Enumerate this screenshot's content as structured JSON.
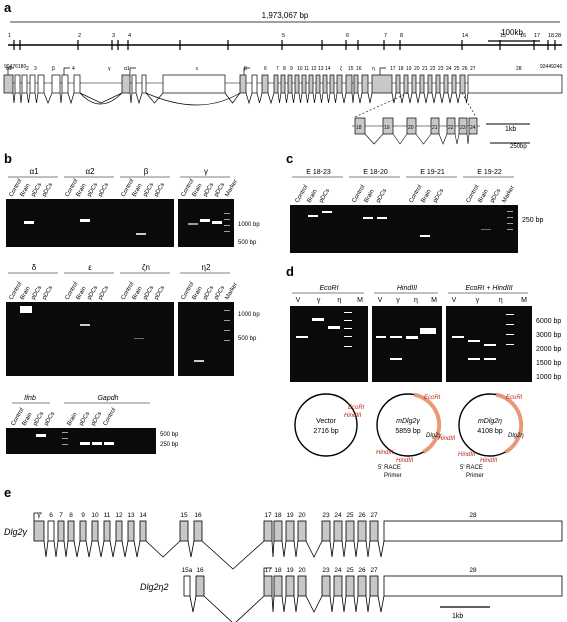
{
  "panel_a": {
    "letter": "a",
    "total_length": "1,973,067 bp",
    "scale_top": "100kb",
    "coord_start": "90476180",
    "coord_end": "92449246",
    "scale_bottom": "1kb",
    "scale_inset": "250bp",
    "genomic_exons": [
      "1",
      "2",
      "3",
      "4",
      "5",
      "6",
      "7",
      "8",
      "14",
      "15",
      "16",
      "17",
      "18",
      "28"
    ],
    "exon_numbers_row": [
      "1",
      "2",
      "3",
      "4",
      "5",
      "6",
      "7",
      "8",
      "9",
      "10",
      "11",
      "12",
      "13",
      "14",
      "15",
      "16",
      "17",
      "18",
      "19",
      "20",
      "21",
      "22",
      "23",
      "24",
      "25",
      "26",
      "27",
      "28"
    ],
    "inset_exons": [
      "18",
      "19",
      "20",
      "21",
      "22",
      "23",
      "24"
    ]
  },
  "panel_b": {
    "letter": "b",
    "lane_labels": [
      "Control",
      "Brain",
      "pDCs",
      "pDCs",
      "Marker"
    ],
    "lane_labels_gapdh": [
      "Brain",
      "pDCs",
      "pDCs",
      "Control"
    ],
    "row1": [
      "α1",
      "α2",
      "β",
      "γ"
    ],
    "row2": [
      "δ",
      "ε",
      "ζn",
      "η2"
    ],
    "row3": [
      "Ifnb",
      "Gapdh"
    ],
    "markers_row1": [
      "1000 bp",
      "500 bp"
    ],
    "markers_row2": [
      "1000 bp",
      "500 bp"
    ],
    "markers_row3": [
      "500 bp",
      "250 bp"
    ]
  },
  "panel_c": {
    "letter": "c",
    "groups": [
      "E 18-23",
      "E 18-20",
      "E 19-21",
      "E 19-22"
    ],
    "lane_labels": [
      "Control",
      "Brain",
      "pDCs"
    ],
    "marker_label": "Marker",
    "size": "250 bp"
  },
  "panel_d": {
    "letter": "d",
    "enzymes": [
      "EcoRI",
      "HindIII",
      "EcoRI + HindIII"
    ],
    "lanes": [
      "V",
      "γ",
      "η",
      "M"
    ],
    "sizes": [
      "6000 bp",
      "3000 bp",
      "2000 bp",
      "1500 bp",
      "1000 bp"
    ],
    "plasmids": [
      {
        "name": "Vector",
        "size": "2716 bp",
        "sites": [
          "EcoRI",
          "HindIII"
        ]
      },
      {
        "name": "mDlg2γ",
        "size": "5859 bp",
        "sites": [
          "EcoRI",
          "HindIII",
          "HindIII",
          "HindIII"
        ],
        "gene": "Dlg2γ",
        "primer": "5' RACE Primer"
      },
      {
        "name": "mDlg2η",
        "size": "4108 bp",
        "sites": [
          "EcoRI",
          "HindIII",
          "HindIII"
        ],
        "gene": "Dlg2η",
        "primer": "5' RACE Primer"
      }
    ]
  },
  "panel_e": {
    "letter": "e",
    "gene1": "Dlg2γ",
    "gene2": "Dlg2η2",
    "exons_g": [
      "γ",
      "6",
      "7",
      "8",
      "9",
      "10",
      "11",
      "12",
      "13",
      "14",
      "15",
      "16",
      "17",
      "18",
      "19",
      "20",
      "23",
      "24",
      "25",
      "26",
      "27",
      "28"
    ],
    "exons_h": [
      "15a",
      "16",
      "17",
      "18",
      "19",
      "20",
      "23",
      "24",
      "25",
      "26",
      "27",
      "28"
    ],
    "scale": "1kb"
  },
  "colors": {
    "exon_fill": "#c8c8c8",
    "gel_bg": "#0a0a0a",
    "plasmid_accent": "#e89a78",
    "site_red": "#b8281e"
  }
}
